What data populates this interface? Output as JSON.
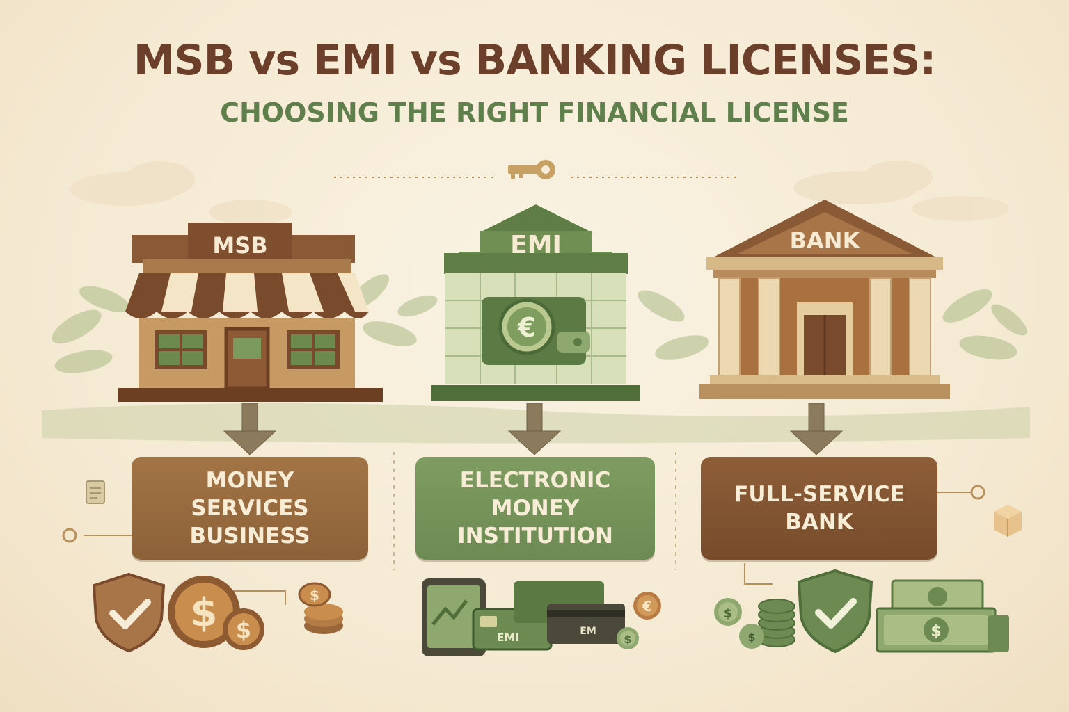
{
  "title": "MSB vs EMI vs BANKING LICENSES:",
  "subtitle": "CHOOSING THE RIGHT FINANCIAL LICENSE",
  "buildings": {
    "msb": {
      "sign": "MSB"
    },
    "emi": {
      "sign": "EMI"
    },
    "bank": {
      "sign": "BANK"
    }
  },
  "boxes": {
    "msb": {
      "lines": [
        "MONEY",
        "SERVICES",
        "BUSINESS"
      ]
    },
    "emi": {
      "lines": [
        "ELECTRONIC",
        "MONEY",
        "INSTITUTION"
      ]
    },
    "bank": {
      "lines": [
        "FULL-SERVICE",
        "BANK"
      ]
    }
  },
  "symbols": {
    "euro": "€",
    "dollar": "$",
    "emi_card_1": "EMI",
    "emi_card_2": "EM"
  },
  "icons": [
    "key-icon",
    "shield-check-icon",
    "dollar-coin-icon",
    "euro-coin-icon",
    "wallet-icon",
    "tablet-icon",
    "card-icon",
    "cash-stack-icon",
    "clipboard-icon",
    "box-icon"
  ],
  "colors": {
    "title": "#6b3f2a",
    "subtitle": "#5f7f4c",
    "msb_brown": "#8d6138",
    "emi_green": "#6c8a52",
    "bank_brown": "#774b2b",
    "background": "#f6ecd8"
  }
}
